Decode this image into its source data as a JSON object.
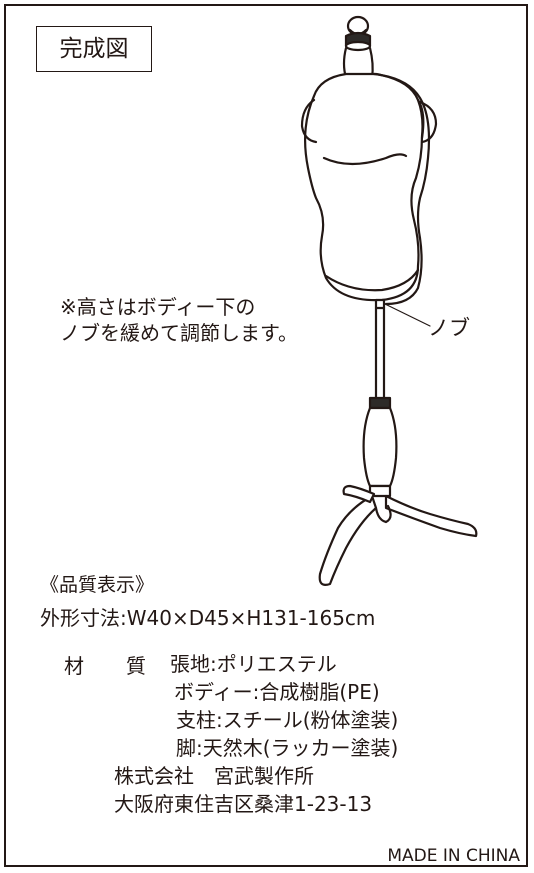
{
  "title": "完成図",
  "note": {
    "line1": "※高さはボディー下の",
    "line2": "ノブを緩めて調節します。"
  },
  "knob_label": "ノブ",
  "spec": {
    "heading": "《品質表示》",
    "size": "外形寸法:W40×D45×H131-165cm",
    "material_label_1": "材",
    "material_label_2": "質",
    "materials": [
      "張地:ポリエステル",
      "ボディー:合成樹脂(PE)",
      "支柱:スチール(粉体塗装)",
      "脚:天然木(ラッカー塗装)"
    ]
  },
  "company": {
    "name": "株式会社　宮武製作所",
    "address": "大阪府東住吉区桑津1-23-13"
  },
  "origin": "MADE IN CHINA",
  "colors": {
    "ink": "#231815",
    "background": "#ffffff"
  }
}
